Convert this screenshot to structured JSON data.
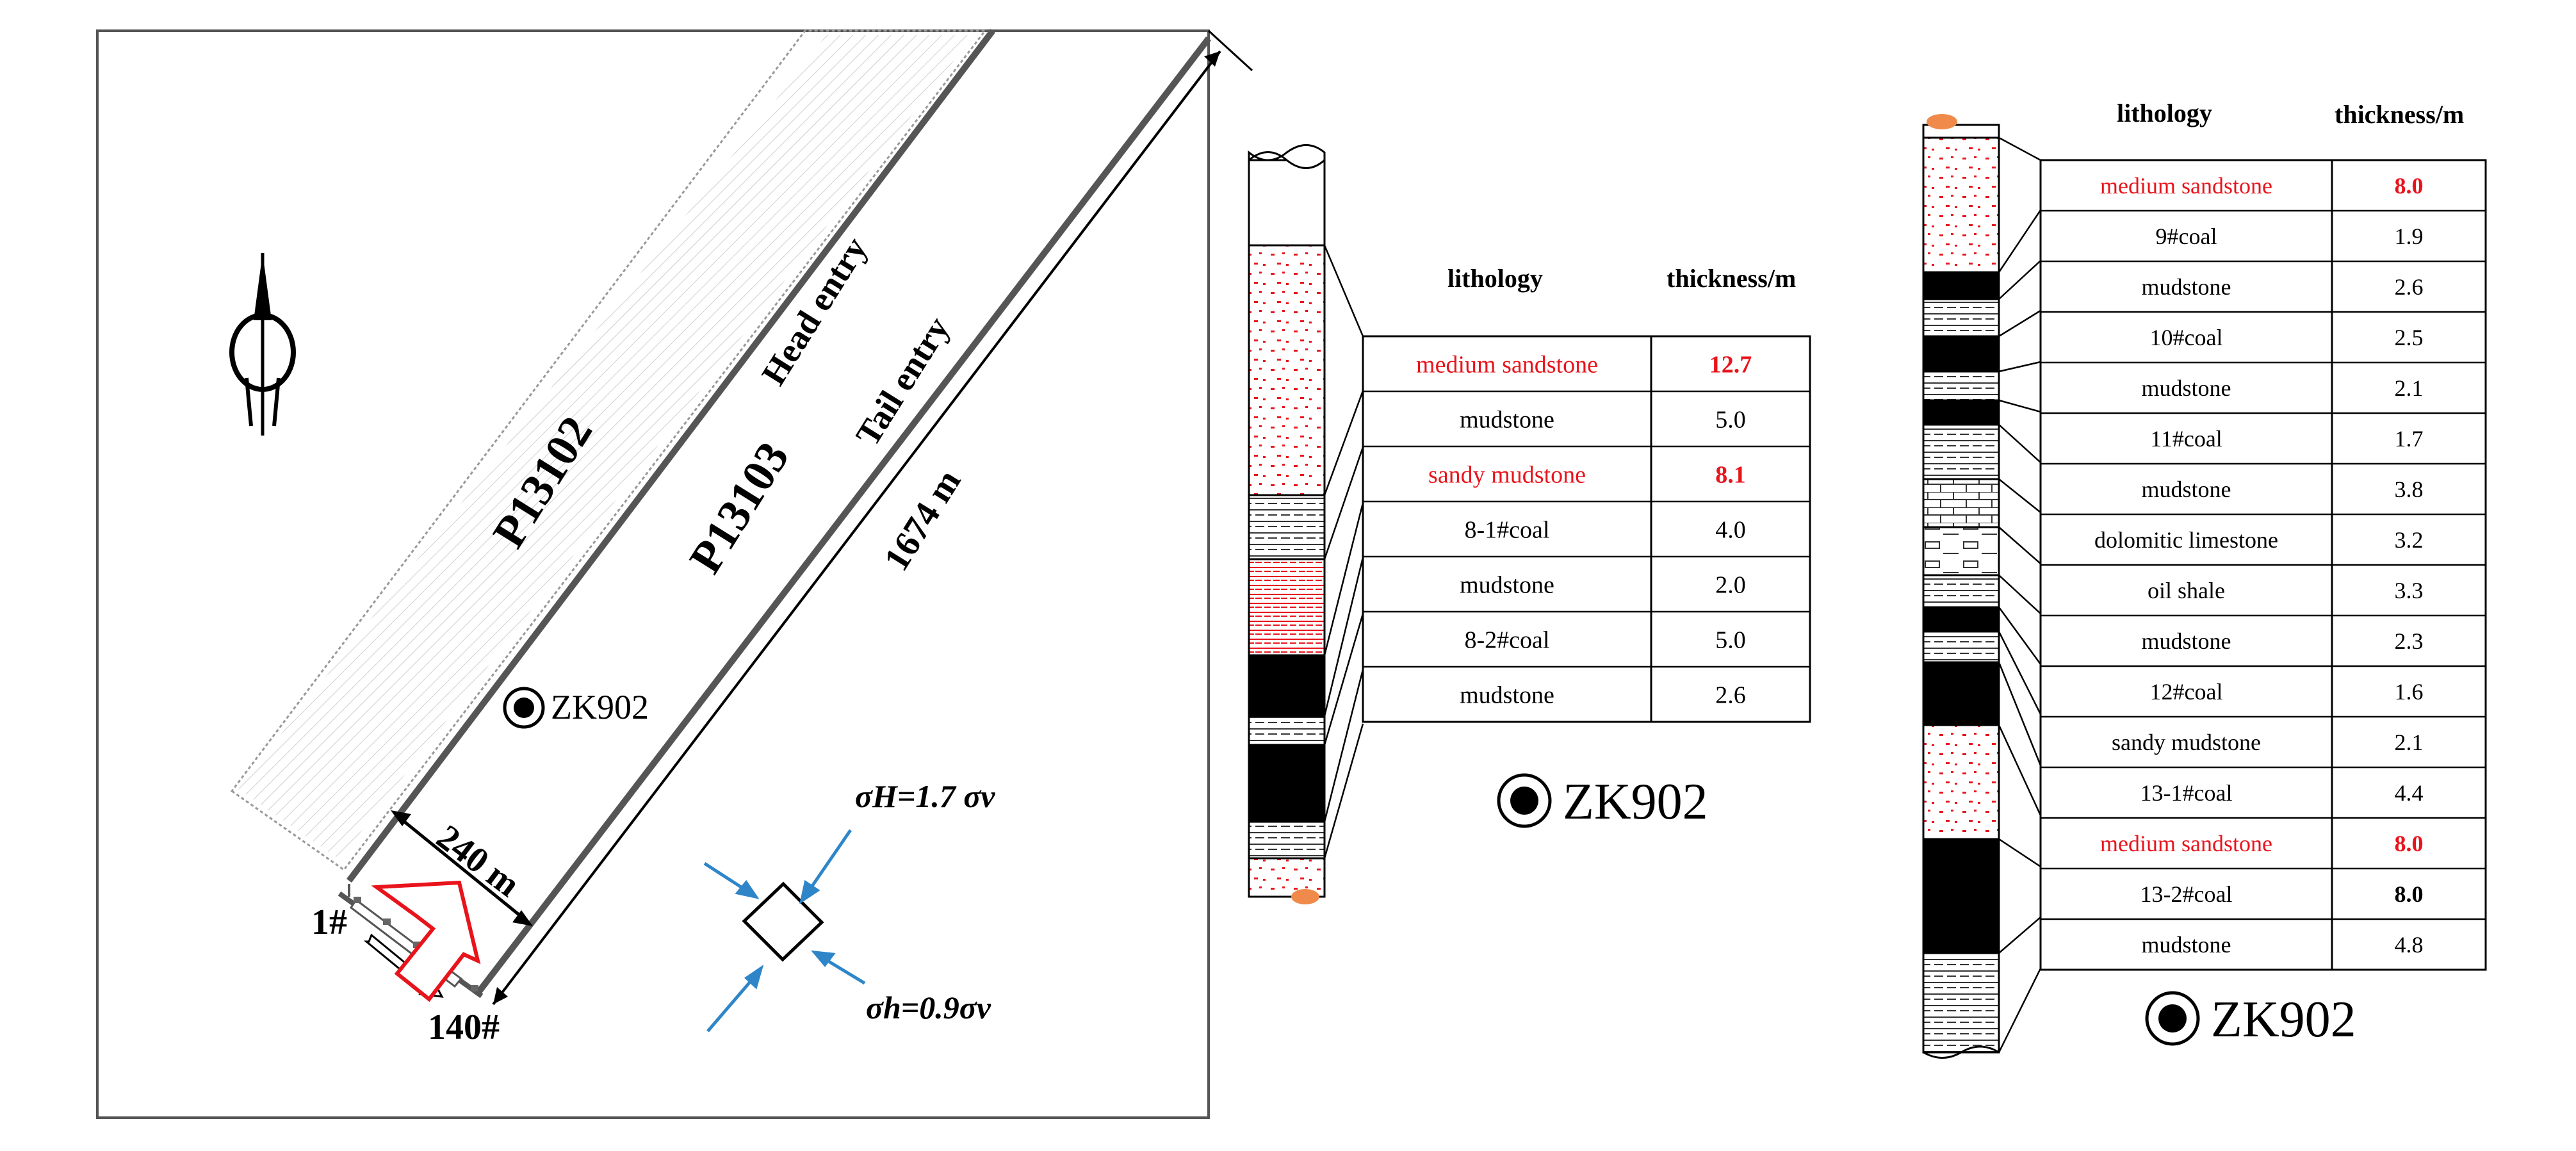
{
  "plan": {
    "panel_left": "P13102",
    "panel_right": "P13103",
    "head_entry": "Head entry",
    "tail_entry": "Tail entry",
    "length": "1674 m",
    "width": "240 m",
    "borehole": "ZK902",
    "support_first": "1#",
    "support_last": "140#",
    "stress_major": "σH=1.7 σv",
    "stress_minor": "σh=0.9σv",
    "colors": {
      "arrow": "#e8141c",
      "stress_arrow": "#2e86c9",
      "frame": "#555555"
    }
  },
  "column_left": {
    "header_lithology": "lithology",
    "header_thickness": "thickness/m",
    "well_label": "ZK902",
    "rows": [
      {
        "lithology": "medium sandstone",
        "thickness": "12.7",
        "highlight": true
      },
      {
        "lithology": "mudstone",
        "thickness": "5.0",
        "highlight": false
      },
      {
        "lithology": "sandy mudstone",
        "thickness": "8.1",
        "highlight": true
      },
      {
        "lithology": "8-1#coal",
        "thickness": "4.0",
        "highlight": false
      },
      {
        "lithology": "mudstone",
        "thickness": "2.0",
        "highlight": false
      },
      {
        "lithology": "8-2#coal",
        "thickness": "5.0",
        "highlight": false
      },
      {
        "lithology": "mudstone",
        "thickness": "2.6",
        "highlight": false
      }
    ]
  },
  "column_right": {
    "header_lithology": "lithology",
    "header_thickness": "thickness/m",
    "well_label": "ZK902",
    "rows": [
      {
        "lithology": "medium sandstone",
        "thickness": "8.0",
        "highlight": true
      },
      {
        "lithology": "9#coal",
        "thickness": "1.9",
        "highlight": false
      },
      {
        "lithology": "mudstone",
        "thickness": "2.6",
        "highlight": false
      },
      {
        "lithology": "10#coal",
        "thickness": "2.5",
        "highlight": false
      },
      {
        "lithology": "mudstone",
        "thickness": "2.1",
        "highlight": false
      },
      {
        "lithology": "11#coal",
        "thickness": "1.7",
        "highlight": false
      },
      {
        "lithology": "mudstone",
        "thickness": "3.8",
        "highlight": false
      },
      {
        "lithology": "dolomitic limestone",
        "thickness": "3.2",
        "highlight": false
      },
      {
        "lithology": "oil shale",
        "thickness": "3.3",
        "highlight": false
      },
      {
        "lithology": "mudstone",
        "thickness": "2.3",
        "highlight": false
      },
      {
        "lithology": "12#coal",
        "thickness": "1.6",
        "highlight": false
      },
      {
        "lithology": "sandy mudstone",
        "thickness": "2.1",
        "highlight": false
      },
      {
        "lithology": "13-1#coal",
        "thickness": "4.4",
        "highlight": false
      },
      {
        "lithology": "medium sandstone",
        "thickness": "8.0",
        "highlight": true
      },
      {
        "lithology": "13-2#coal",
        "thickness": "8.0",
        "highlight": false,
        "bold_value": true
      },
      {
        "lithology": "mudstone",
        "thickness": "4.8",
        "highlight": false
      }
    ]
  },
  "colors": {
    "highlight_text": "#e8141c",
    "coal": "#000000",
    "cap": "#f08a4b"
  }
}
